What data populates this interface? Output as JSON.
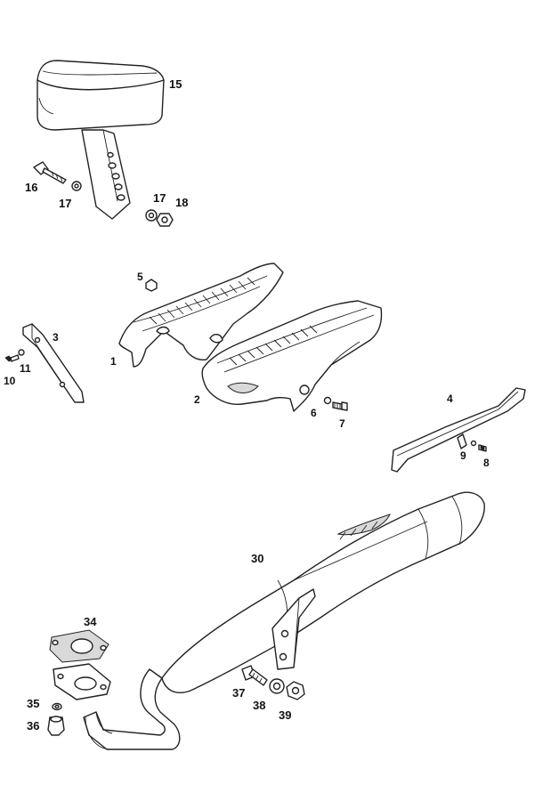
{
  "callouts": {
    "c1": "1",
    "c2": "2",
    "c3": "3",
    "c4": "4",
    "c5": "5",
    "c6": "6",
    "c7": "7",
    "c8": "8",
    "c9": "9",
    "c10": "10",
    "c11": "11",
    "c15": "15",
    "c16": "16",
    "c17a": "17",
    "c17b": "17",
    "c18": "18",
    "c30": "30",
    "c34": "34",
    "c35": "35",
    "c36": "36",
    "c37": "37",
    "c38": "38",
    "c39": "39"
  }
}
